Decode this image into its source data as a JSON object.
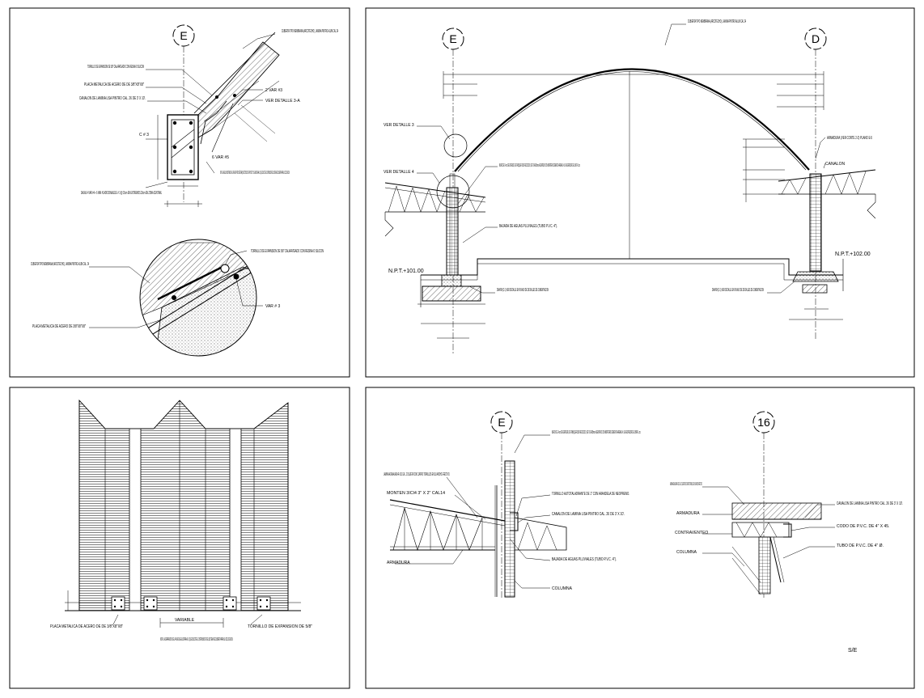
{
  "panels": {
    "tl": {
      "axis": "E",
      "labels": {
        "cubierta": "CUBIERTA TIPO MEMBRANA (ARCOTECHO), LAMINA PINTRO ALUM CAL 24",
        "tornillo": "TORNILLO DE EXPANSION DE 5/8\" CALAFATEADO CON RESINA O SILICON",
        "placa": "PLACA METALICA DE ACERO DE DE 3/8\"X8\"X8\"",
        "canalon": "CANALON DE LAMINA LISA PINTRO CAL. 26 DE 3' X 10'.",
        "var2": "2 VAR #3",
        "detalle": "VER DETALLE 3-A",
        "c3": "C # 3",
        "var6": "6 VAR #5",
        "nota": "NOTA: EL ANGULO MOSTRADO EN EL PERALTE POR DISEÑO ARQUITECTONICO DE PROYECTO Y SE AJUSTARA A LO QUE SOLICITE EL DISTRIBUIDOR DEL SISTEMA DE CUBIERTA PARA SU COLOCACION.",
        "dalas": "DALAS 4 VAR #4 + 6 VAR #3 ADICIONALES E # 3 @ 15cm EN EXTREMOS 20cm EN ZONA CENTRAL",
        "cubierta2": "CUBIERTA TIPO MEMBRANA (ARCOTECHO), LAMINA PINTRO ALUM CAL. 24",
        "tornillo2": "TORNILLO DE EXPANSION DE 5/8\" CALAFATEADO CON RESINA O SILICON",
        "var3": "VAR # 3",
        "placa2": "PLACA METALICA DE ACERO DE 3/8\"X8\"X8\""
      }
    },
    "tr": {
      "axis_left": "E",
      "axis_right": "D",
      "labels": {
        "cubierta": "CUBIERTA TIPO MEMBRANA (ARCOTECHO), LAMINA PINTRO ALUM CAL 24",
        "ver3": "VER DETALLE 3",
        "ver4": "VER DETALLE 4",
        "muro": "MURO DE 14 cm DE ESPESOR, DE TABIQUE ROJO RECOCIDO, DE 7X14X28mm, ASENTADO CON MORTERO CEMENTO-ARENA 1:4:1 EN ESPESOR DE JUNTA 1 cm.",
        "bajada": "BAJADA DE AGUAS PLUVIALES (TUBO P.V.C. 4\").",
        "zapata_l": "ZAPATA (Z-1) VER DETALLE EN PLANO DE DETALLES DE CIMENTACION",
        "zapata_r": "ZAPATA (Z-1) VER DETALLE EN PLANO DE DETALLES DE CIMENTACION",
        "armadura": "ARMADURA (VER CORTE 2-2) PLANO E-5",
        "canalon": "CANALON",
        "npt_l": "N.P.T.+101.00",
        "npt_r": "N.P.T.+102.00"
      }
    },
    "bl": {
      "labels": {
        "placa": "PLACA METALICA DE ACERO DE DE 3/8\"X8\"X8\"",
        "nota": "NOTA: LA SEPARACION DE LA PLACA SE AJUSTARA A LO QUE SOLICITE EL DISTRIBUIDOR DEL SISTEMA DE CUBIERTA PARA SU COLOCACION.",
        "tornillo": "TORNILLO DE EXPANSION DE 5/8\"",
        "dim": "VARIABLE"
      }
    },
    "br": {
      "axis_left": "E",
      "axis_right": "16",
      "labels": {
        "muro": "MURO DE 14 cm DE ESPESOR, DE TABIQUE ROJO RECOCIDO, DE 7X14X28mm, ASENTADO CON MORTERO CEMENTO-ARENA 1:4:1 EN ESPESOR DE JUNTA 1 cm.",
        "lamina": "LAMINA ACANALADA R-101 CAL. 22 SUJETA CON CUATRO TORNILLOS EN SU ANCHO EFECTIVO.",
        "monten": "MONTEN 3ICI4 3\" X 2\" CAL14",
        "tornillo": "TORNILLO AUTOTALADRANTE DE 1\" CON ARANDELA DE NEOPRENO.",
        "canalon": "CANALON DE LAMINA LISA PINTRO CAL. 26 DE 3' X 10'.",
        "bajada": "BAJADA DE AGUAS PLUVIALES (TUBO P.V.C. 4\").",
        "armadura": "ARMADURA",
        "columna": "COLUMNA",
        "lamina2": "LAMINA ACANALADA R-101 CAL. 22 SUJETA CON CUATRO TORNILLOS EN SU ANCHO EFECTIVO.",
        "armadura2": "ARMADURA",
        "contraventeo": "CONTRAVENTEO",
        "columna2": "COLUMNA",
        "canalon2": "CANALON DE LAMINA LISA PINTRO CAL. 26 DE 3' X 10'.",
        "codo": "CODO DE P.V.C. DE 4\" X 45.",
        "tubo": "TUBO DE P.V.C. DE 4\" Ø.",
        "scale": "S/E"
      }
    }
  }
}
